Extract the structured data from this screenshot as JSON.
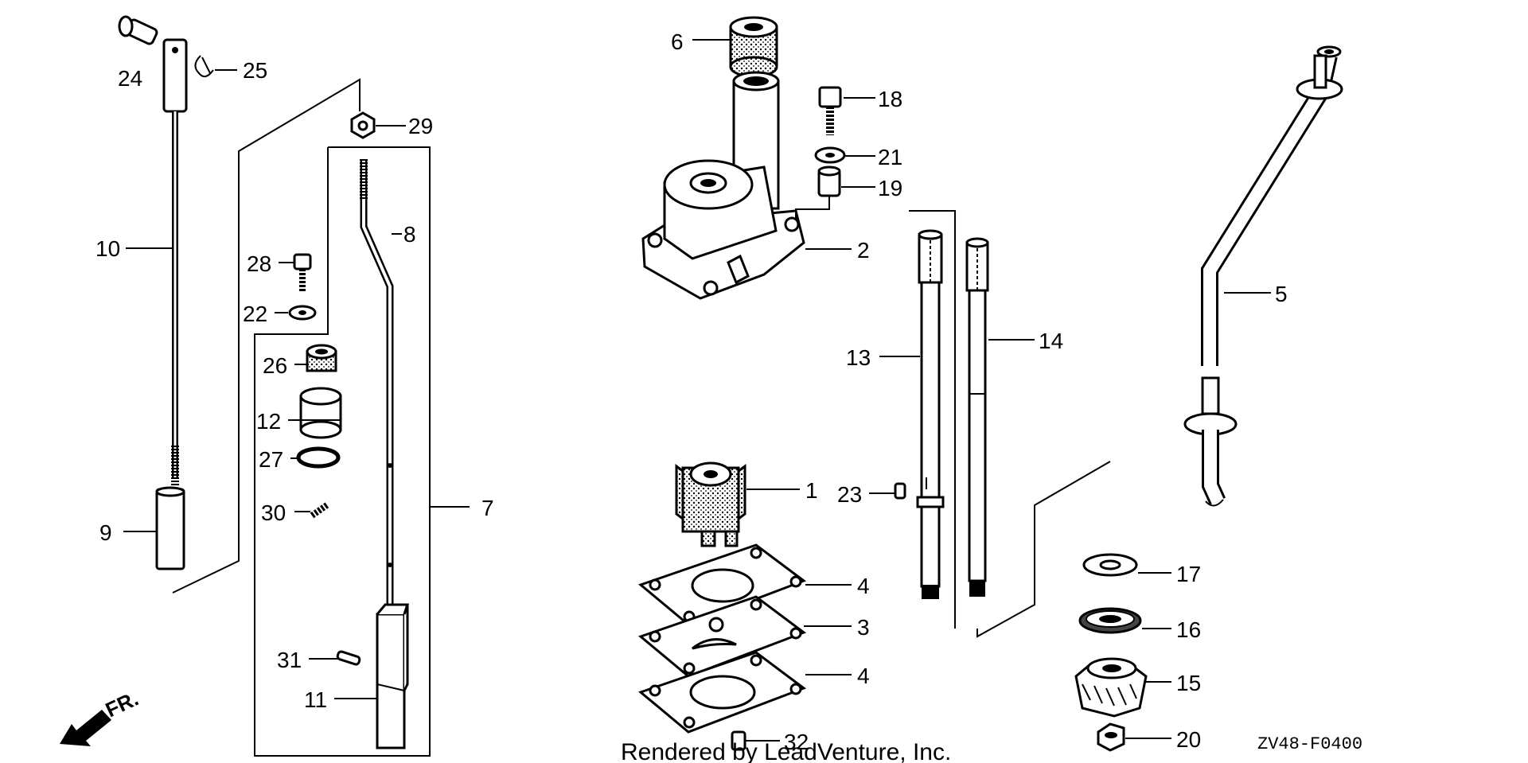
{
  "diagram": {
    "drawing_code": "ZV48-F0400",
    "credit": "Rendered by LeadVenture, Inc.",
    "direction_label": "FR.",
    "callouts": {
      "p1": "1",
      "p2": "2",
      "p3": "3",
      "p4a": "4",
      "p4b": "4",
      "p5": "5",
      "p6": "6",
      "p7": "7",
      "p8": "8",
      "p9": "9",
      "p10": "10",
      "p11": "11",
      "p12": "12",
      "p13": "13",
      "p14": "14",
      "p15": "15",
      "p16": "16",
      "p17": "17",
      "p18": "18",
      "p19": "19",
      "p20": "20",
      "p21": "21",
      "p22": "22",
      "p23": "23",
      "p24": "24",
      "p25": "25",
      "p26": "26",
      "p27": "27",
      "p28": "28",
      "p29": "29",
      "p30": "30",
      "p31": "31",
      "p32": "32"
    }
  }
}
